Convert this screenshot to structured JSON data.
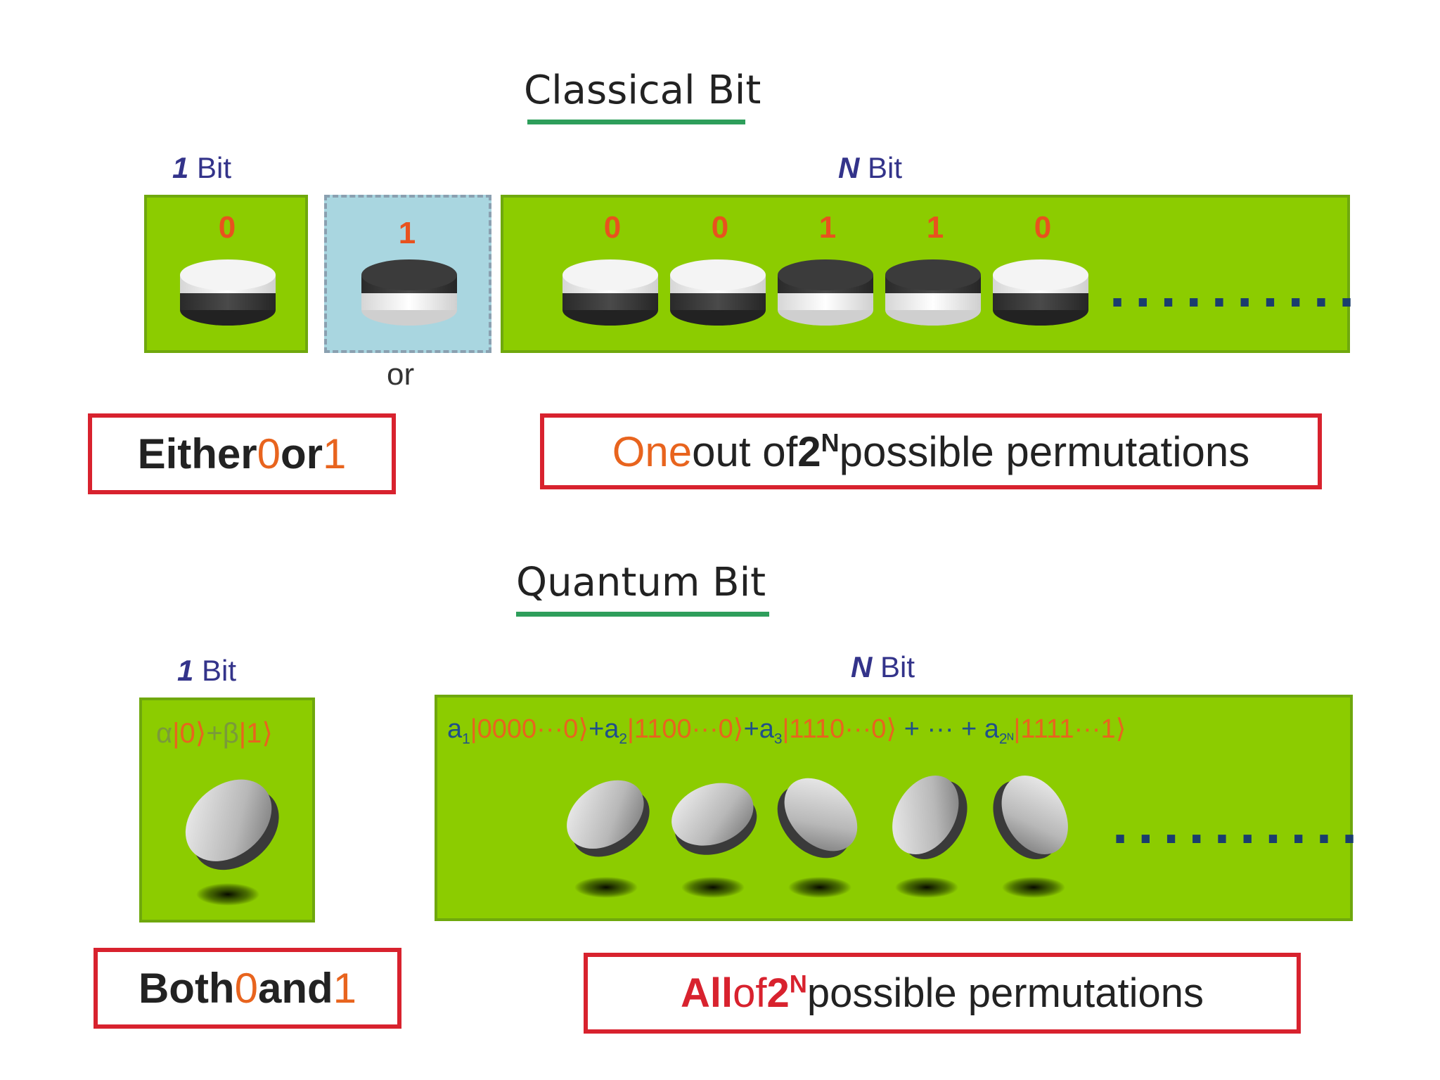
{
  "classical": {
    "title": "Classical Bit",
    "one_bit_label": {
      "n": "1",
      "suffix": " Bit"
    },
    "n_bit_label": {
      "n": "N",
      "suffix": " Bit"
    },
    "single_state_a": "0",
    "single_state_b": "1",
    "or_label": "or",
    "n_bit_states": [
      "0",
      "0",
      "1",
      "1",
      "0"
    ],
    "ellipsis": "..........",
    "caption_left": {
      "prefix": "Either ",
      "a": "0",
      "mid": " or ",
      "b": "1"
    },
    "caption_right": {
      "prefix": "One",
      "mid": " out of ",
      "base": "2",
      "exp": "N",
      "suffix": " possible permutations"
    }
  },
  "quantum": {
    "title": "Quantum Bit",
    "one_bit_label": {
      "n": "1",
      "suffix": " Bit"
    },
    "n_bit_label": {
      "n": "N",
      "suffix": " Bit"
    },
    "single_state_formula": {
      "alpha": "α",
      "ket0": "|0⟩",
      "plus": "+",
      "beta": "β",
      "ket1": "|1⟩"
    },
    "superposition": {
      "a1": "a",
      "s1": "1",
      "k1": "|0000···0⟩",
      "p1": "+a",
      "s2": "2",
      "k2": "|1100···0⟩",
      "p2": "+a",
      "s3": "3",
      "k3": "|1110···0⟩",
      "mid": " + ··· + a",
      "sN": "2ᴺ",
      "kN": "|1111···1⟩"
    },
    "ellipsis": "..........",
    "caption_left": {
      "prefix": "Both ",
      "a": "0",
      "mid": " and ",
      "b": "1"
    },
    "caption_right": {
      "prefix": "All",
      "mid": " of ",
      "base": "2",
      "exp": "N",
      "suffix": " possible permutations"
    }
  },
  "colors": {
    "panel_green": "#8ccc00",
    "accent_red": "#d8222e",
    "accent_orange": "#e8641e",
    "underline_green": "#2e9e5b"
  }
}
